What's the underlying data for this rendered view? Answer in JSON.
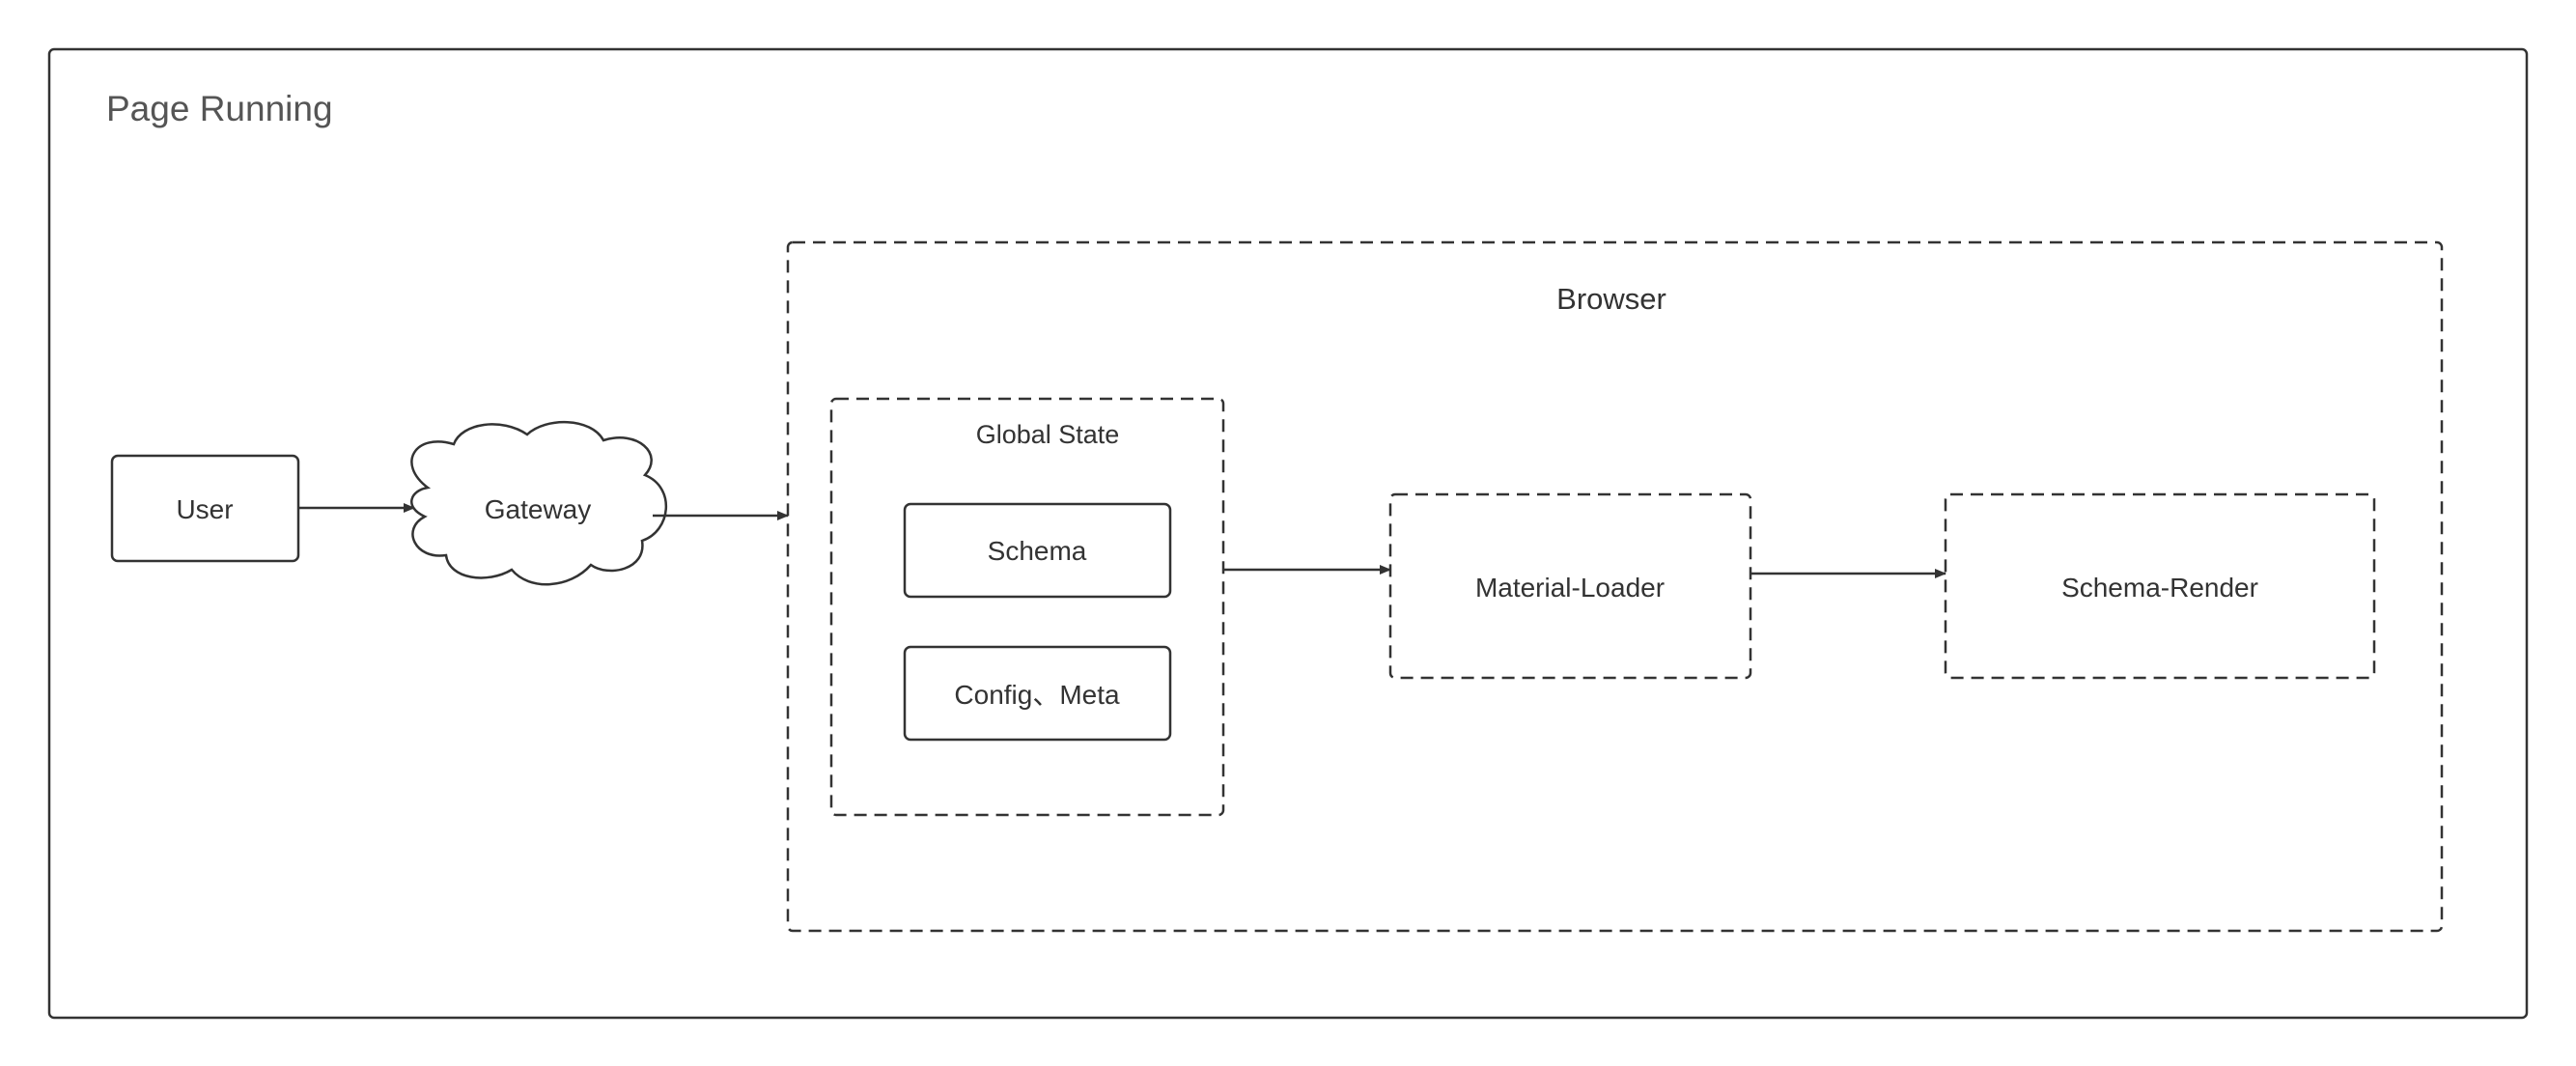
{
  "frame": {
    "title": "Page Running"
  },
  "nodes": {
    "user": "User",
    "gateway": "Gateway",
    "browser": "Browser",
    "global_state": "Global State",
    "schema": "Schema",
    "config_meta": "Config、Meta",
    "material_loader": "Material-Loader",
    "schema_render": "Schema-Render"
  },
  "edges": [
    {
      "from": "user",
      "to": "gateway"
    },
    {
      "from": "gateway",
      "to": "browser"
    },
    {
      "from": "global_state",
      "to": "material_loader"
    },
    {
      "from": "material_loader",
      "to": "schema_render"
    }
  ]
}
